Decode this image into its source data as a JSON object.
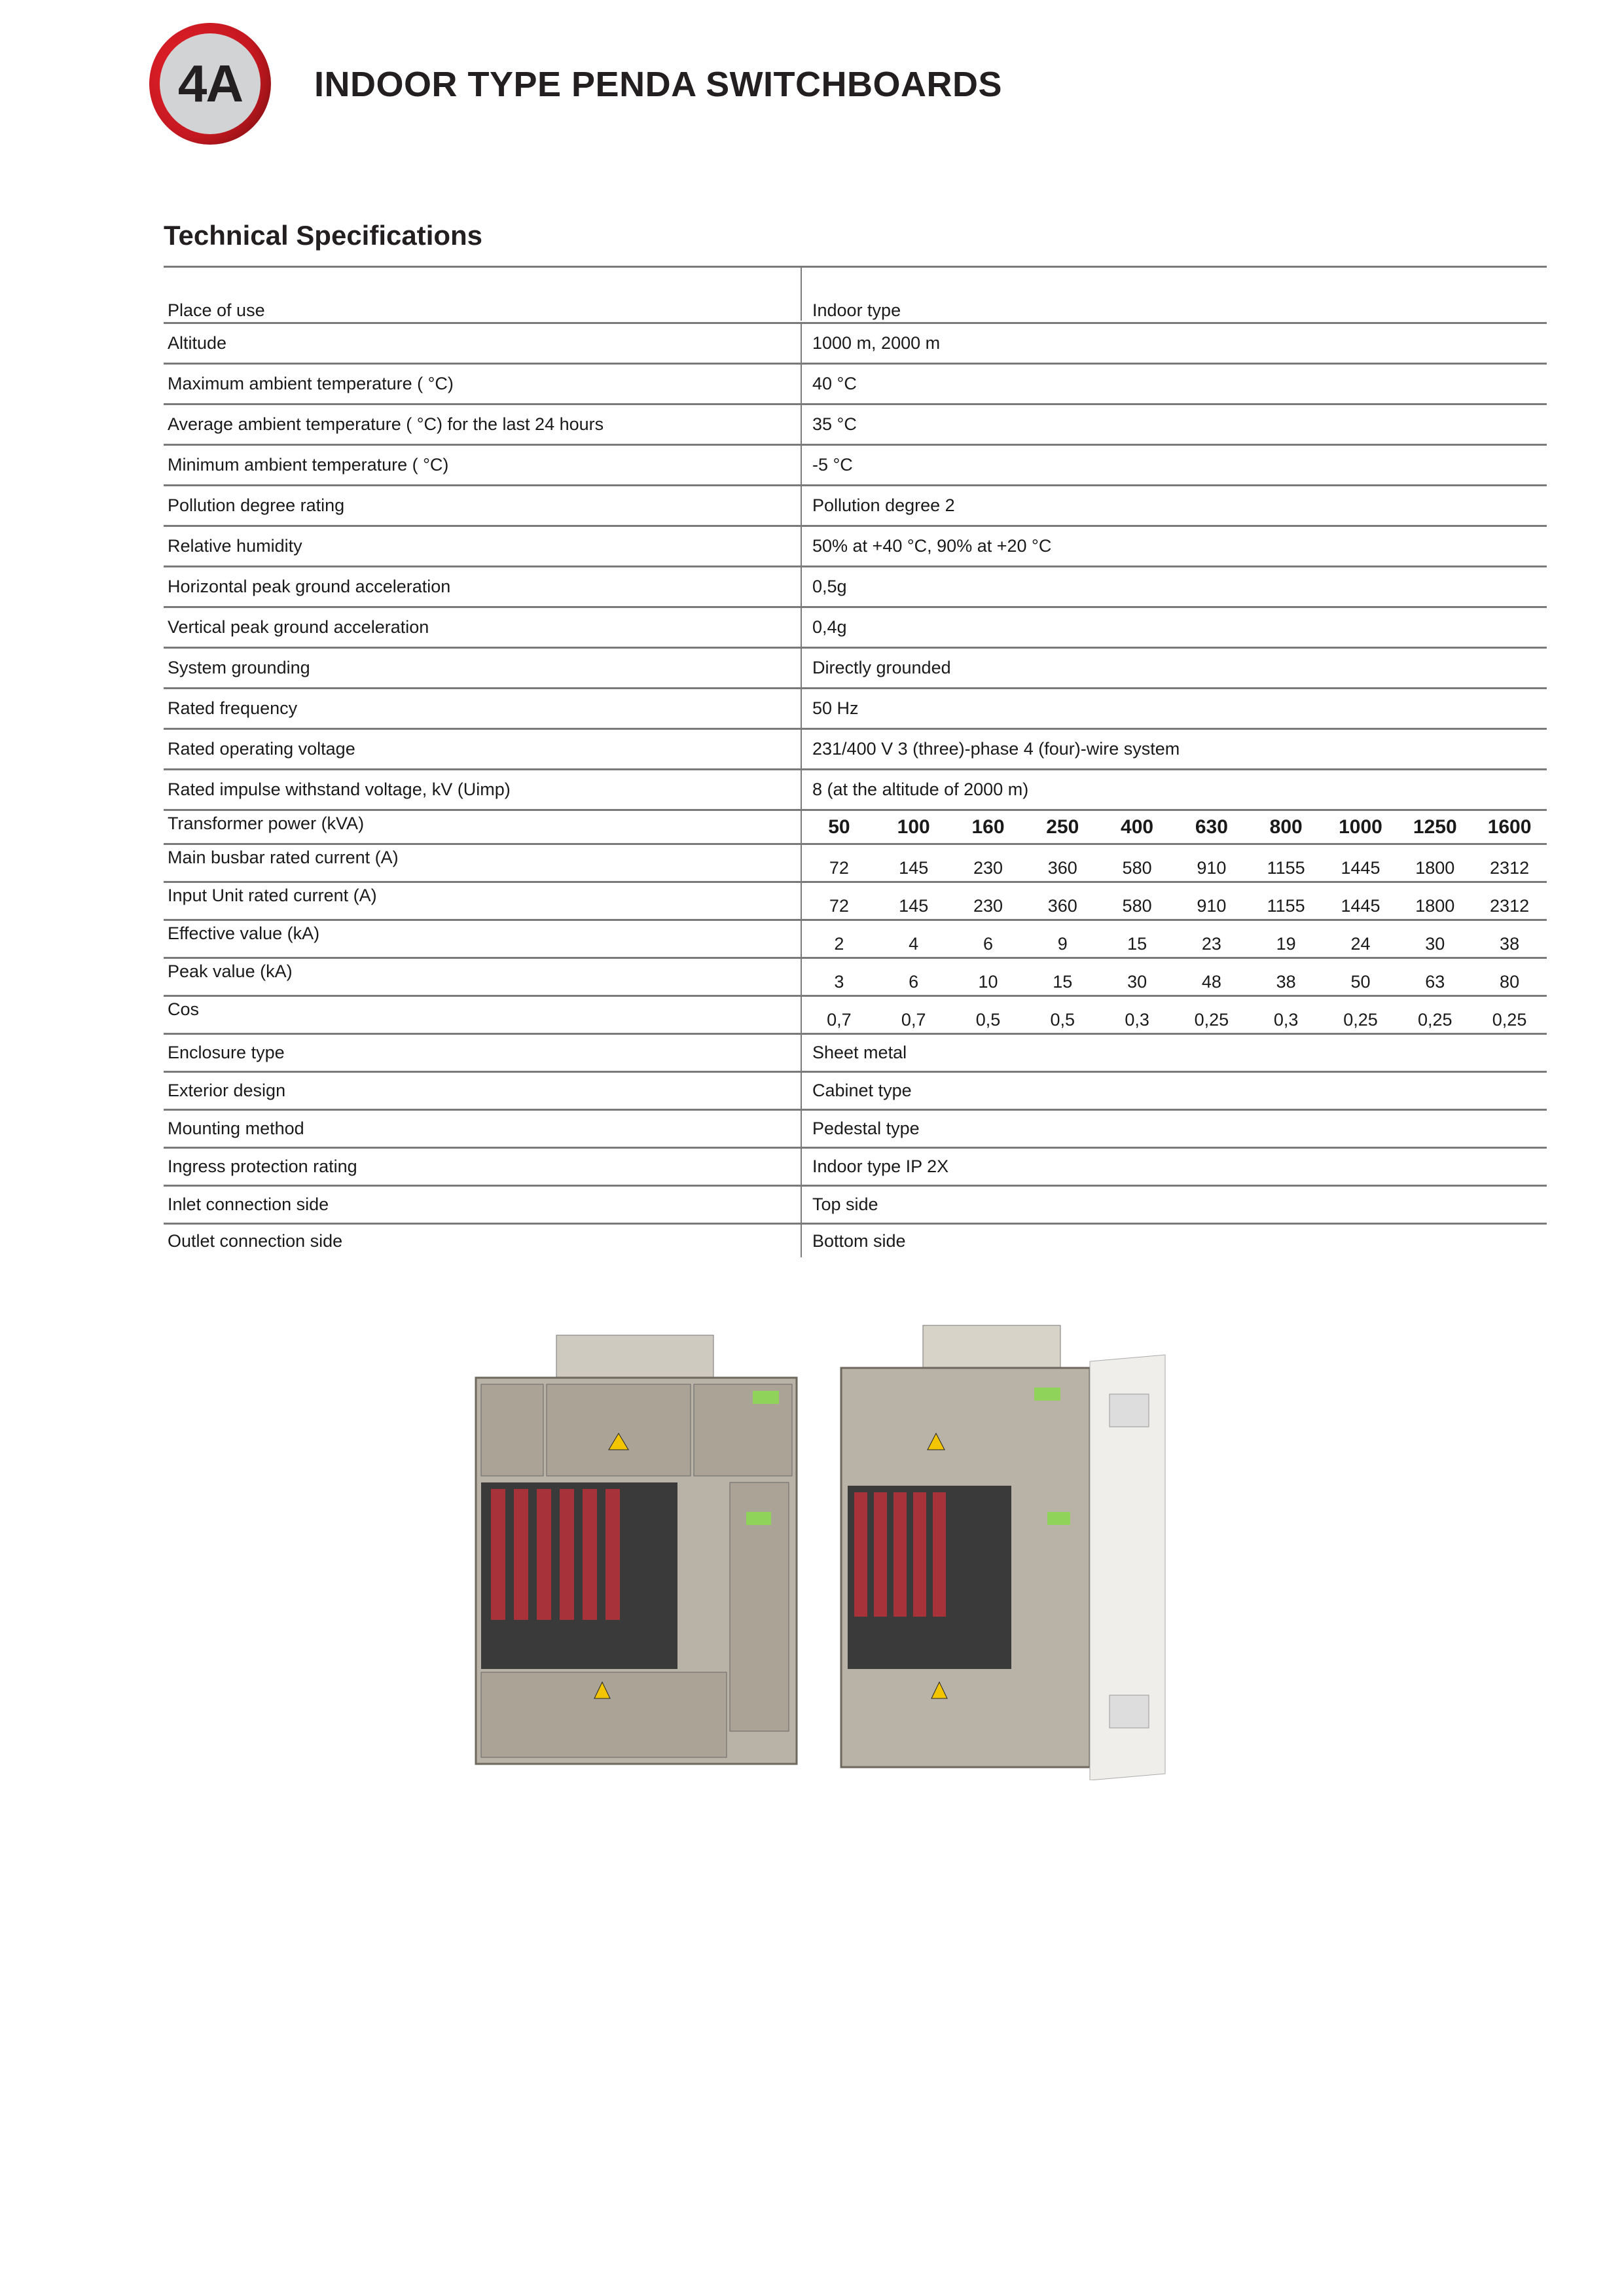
{
  "header": {
    "badge": "4A",
    "title": "INDOOR TYPE PENDA SWITCHBOARDS"
  },
  "section_title": "Technical Specifications",
  "rows_top": [
    {
      "label": "Place of use",
      "value": "Indoor type"
    },
    {
      "label": "Altitude",
      "value": "1000 m, 2000 m"
    },
    {
      "label": "Maximum ambient temperature (           °C)",
      "value": "40  °C"
    },
    {
      "label": "Average ambient temperature           ( °C) for the last 24 hours",
      "value": "35 °C"
    },
    {
      "label": "Minimum ambient temperature           ( °C)",
      "value": "-5 °C"
    },
    {
      "label": "Pollution degree rating",
      "value": "Pollution degree 2"
    },
    {
      "label": "Relative humidity",
      "value": "50% at +40 °C, 90% at +20 °C"
    },
    {
      "label": "Horizontal peak ground acceleration",
      "value": "0,5g"
    },
    {
      "label": "Vertical peak ground acceleration",
      "value": "0,4g"
    },
    {
      "label": "System grounding",
      "value": "Directly grounded"
    },
    {
      "label": "Rated frequency",
      "value": "50 Hz"
    },
    {
      "label": "Rated operating voltage",
      "value": "231/400 V 3 (three)-phase 4 (four)-wire system"
    },
    {
      "label": "Rated impulse withstand voltage, kV (Uimp)",
      "value": "8 (at the altitude of 2000 m)"
    }
  ],
  "rows_numeric": [
    {
      "label": "Transformer power (kVA)",
      "values": [
        "50",
        "100",
        "160",
        "250",
        "400",
        "630",
        "800",
        "1000",
        "1250",
        "1600"
      ]
    },
    {
      "label": "Main busbar rated current (A)",
      "values": [
        "72",
        "145",
        "230",
        "360",
        "580",
        "910",
        "1155",
        "1445",
        "1800",
        "2312"
      ]
    },
    {
      "label": "Input Unit rated current (A)",
      "values": [
        "72",
        "145",
        "230",
        "360",
        "580",
        "910",
        "1155",
        "1445",
        "1800",
        "2312"
      ]
    },
    {
      "label": "Effective value (kA)",
      "values": [
        "2",
        "4",
        "6",
        "9",
        "15",
        "23",
        "19",
        "24",
        "30",
        "38"
      ]
    },
    {
      "label": "Peak value (kA)",
      "values": [
        "3",
        "6",
        "10",
        "15",
        "30",
        "48",
        "38",
        "50",
        "63",
        "80"
      ]
    },
    {
      "label": "Cos",
      "values": [
        "0,7",
        "0,7",
        "0,5",
        "0,5",
        "0,3",
        "0,25",
        "0,3",
        "0,25",
        "0,25",
        "0,25"
      ]
    }
  ],
  "rows_bottom": [
    {
      "label": "Enclosure type",
      "value": "Sheet metal"
    },
    {
      "label": "Exterior design",
      "value": "Cabinet type"
    },
    {
      "label": "Mounting method",
      "value": "Pedestal type"
    },
    {
      "label": "Ingress protection rating",
      "value": "Indoor type IP 2X"
    },
    {
      "label": "Inlet connection side",
      "value": "Top side"
    },
    {
      "label": "Outlet connection side",
      "value": "Bottom side"
    }
  ]
}
